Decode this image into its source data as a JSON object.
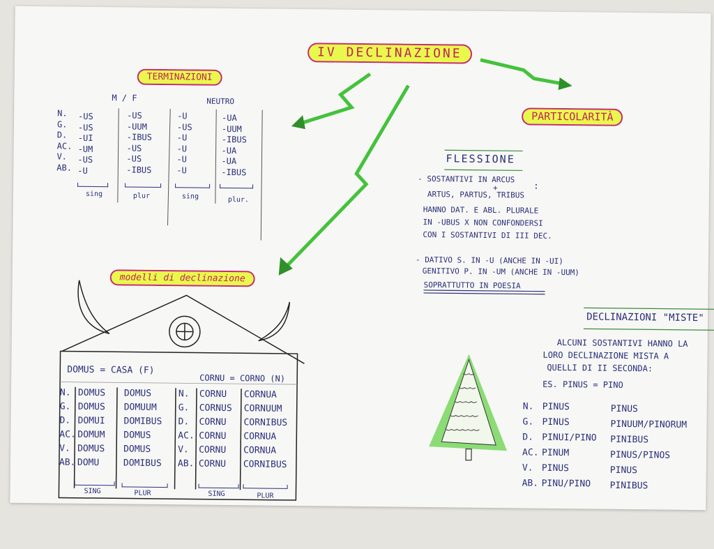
{
  "title": "IV DECLINAZIONE",
  "terminazioni": {
    "heading": "TERMINAZIONI",
    "mf_label": "M / F",
    "neutro_label": "NEUTRO",
    "cases": [
      "N.",
      "G.",
      "D.",
      "AC.",
      "V.",
      "AB."
    ],
    "mf_sing": [
      "-US",
      "-US",
      "-UI",
      "-UM",
      "-US",
      "-U"
    ],
    "mf_plur": [
      "-US",
      "-UUM",
      "-IBUS",
      "-US",
      "-US",
      "-IBUS"
    ],
    "n_sing": [
      "-U",
      "-US",
      "-U",
      "-U",
      "-U",
      "-U"
    ],
    "n_plur": [
      "-UA",
      "-UUM",
      "-IBUS",
      "-UA",
      "-UA",
      "-IBUS"
    ],
    "sing_label": "sing",
    "plur_label": "plur",
    "sing_n_label": "sing",
    "plur_n_label": "plur."
  },
  "particolarita": {
    "heading": "PARTICOLARITÀ"
  },
  "modelli": {
    "heading": "modelli di declinazione",
    "cases": [
      "N.",
      "G.",
      "D.",
      "AC.",
      "V.",
      "AB."
    ],
    "domus": {
      "title": "DOMUS = CASA (F)",
      "sing": [
        "DOMUS",
        "DOMUS",
        "DOMUI",
        "DOMUM",
        "DOMUS",
        "DOMU"
      ],
      "plur": [
        "DOMUS",
        "DOMUUM",
        "DOMIBUS",
        "DOMUS",
        "DOMUS",
        "DOMIBUS"
      ]
    },
    "cornu": {
      "title": "CORNU = CORNO (N)",
      "sing": [
        "CORNU",
        "CORNUS",
        "CORNU",
        "CORNU",
        "CORNU",
        "CORNU"
      ],
      "plur": [
        "CORNUA",
        "CORNUUM",
        "CORNIBUS",
        "CORNUA",
        "CORNUA",
        "CORNIBUS"
      ]
    },
    "sing_label": "SING",
    "plur_label": "PLUR"
  },
  "flessione": {
    "heading": "FLESSIONE",
    "plus": "+",
    "colon": ":",
    "lines": [
      "- SOSTANTIVI IN ARCUS",
      "ARTUS, PARTUS, TRIBUS",
      "HANNO DAT. E ABL. PLURALE",
      "IN -UBUS X NON CONFONDERSI",
      "CON I SOSTANTIVI DI III DEC.",
      "- DATIVO S. IN -U (ANCHE IN -UI)",
      "GENITIVO P. IN -UM (ANCHE IN -UUM)",
      "SOPRATTUTTO IN POESIA"
    ]
  },
  "miste": {
    "heading": "DECLINAZIONI \"MISTE\"",
    "lines": [
      "ALCUNI SOSTANTIVI HANNO LA",
      "LORO DECLINAZIONE MISTA A",
      "QUELLI DI II SECONDA:"
    ],
    "example": "ES. PINUS = PINO",
    "cases": [
      "N.",
      "G.",
      "D.",
      "AC.",
      "V.",
      "AB."
    ],
    "sing": [
      "PINUS",
      "PINUS",
      "PINUI/PINO",
      "PINUM",
      "PINUS",
      "PINU/PINO"
    ],
    "plur": [
      "PINUS",
      "PINUUM/PINORUM",
      "PINIBUS",
      "PINUS/PINOS",
      "PINUS",
      "PINIBUS"
    ]
  }
}
